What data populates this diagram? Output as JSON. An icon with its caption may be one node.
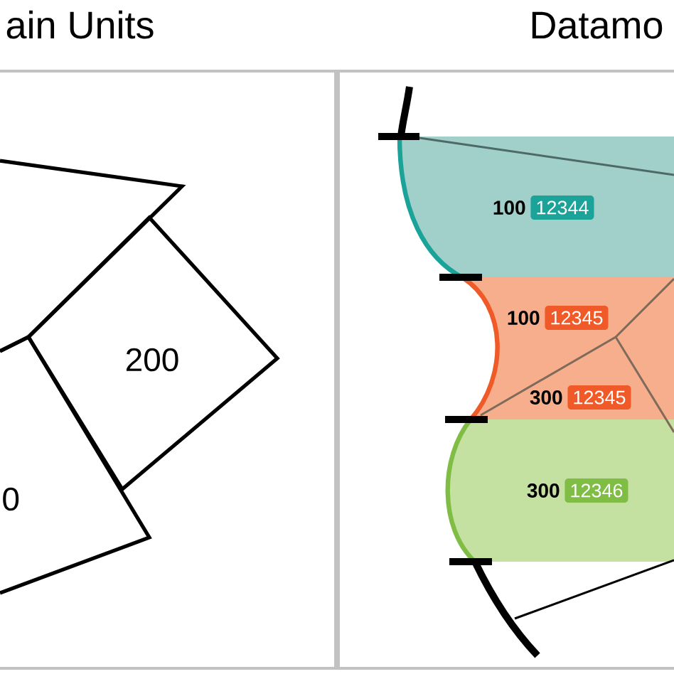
{
  "diagram": {
    "nodes": [
      {
        "text": [
          "ain Units"
        ]
      },
      {
        "text": [],
        "shape": "box",
        "in": 0
      },
      {
        "text": [
          "200"
        ],
        "in": 0
      },
      {
        "text": [
          "0"
        ],
        "in": 0
      },
      {
        "text": [
          "Datamo"
        ]
      },
      {
        "text": [
          "100"
        ],
        "in": 4
      },
      {
        "text": [
          "12344"
        ],
        "in": 5
      },
      {
        "text": [
          "100",
          "300"
        ],
        "in": 4
      },
      {
        "text": [
          "12345"
        ],
        "in": 7
      },
      {
        "text": [
          "12345"
        ],
        "in": 7
      },
      {
        "text": [
          "300"
        ],
        "in": 4
      },
      {
        "text": [
          "12346"
        ],
        "in": 10
      }
    ]
  }
}
